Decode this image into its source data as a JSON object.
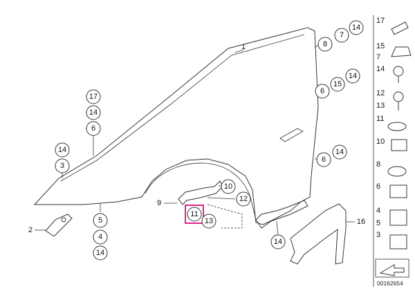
{
  "diagram": {
    "part_number": "00162654",
    "highlight_color": "#e0218a",
    "callouts": {
      "c1": "1",
      "c2": "2",
      "c3": "3",
      "c4": "4",
      "c5": "5",
      "c6a": "6",
      "c6b": "6",
      "c6c": "6",
      "c7": "7",
      "c8": "8",
      "c9": "9",
      "c10": "10",
      "c11": "11",
      "c12": "12",
      "c13": "13",
      "c14a": "14",
      "c14b": "14",
      "c14c": "14",
      "c14d": "14",
      "c14e": "14",
      "c14f": "14",
      "c14g": "14",
      "c15": "15",
      "c16": "16",
      "c17": "17"
    },
    "legend": {
      "r17": "17",
      "r15": "15",
      "r7": "7",
      "r14": "14",
      "r12": "12",
      "r13": "13",
      "r11": "11",
      "r10": "10",
      "r8": "8",
      "r6": "6",
      "r4": "4",
      "r5": "5",
      "r3": "3"
    }
  }
}
